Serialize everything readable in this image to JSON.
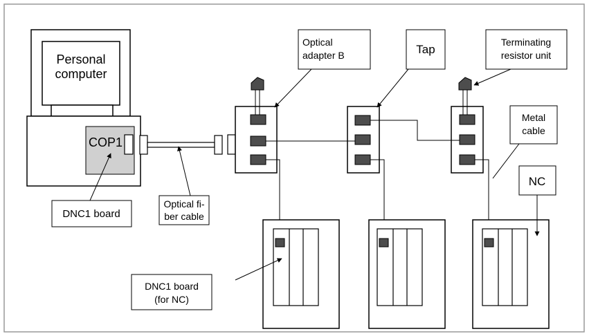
{
  "labels": {
    "pc_line1": "Personal",
    "pc_line2": "computer",
    "cop1": "COP1",
    "dnc1_board": "DNC1 board",
    "optical_fiber_line1": "Optical fi-",
    "optical_fiber_line2": "ber cable",
    "optical_adapter_line1": "Optical",
    "optical_adapter_line2": "adapter B",
    "tap": "Tap",
    "terminating_line1": "Terminating",
    "terminating_line2": "resistor unit",
    "metal_cable_line1": "Metal",
    "metal_cable_line2": "cable",
    "nc": "NC",
    "dnc1_nc_line1": "DNC1 board",
    "dnc1_nc_line2": "(for NC)"
  },
  "colors": {
    "connector_fill": "#4d4d4d",
    "cop1_fill": "#d0d0d0",
    "frame": "#999999"
  }
}
